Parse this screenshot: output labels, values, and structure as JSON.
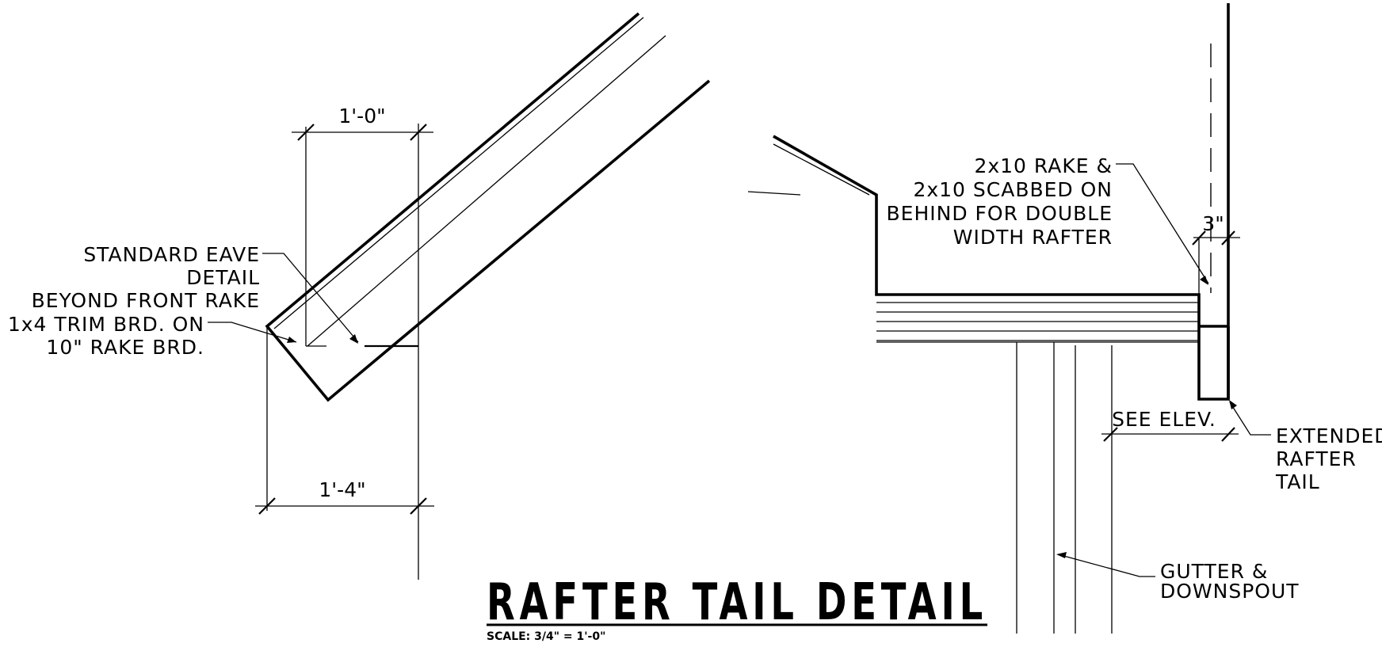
{
  "drawing": {
    "title": "RAFTER TAIL DETAIL",
    "scale": "SCALE: 3/4\" = 1'-0\""
  },
  "dimensions": {
    "top_width": "1'-0\"",
    "bottom_width": "1'-4\"",
    "rafter_width": "3\""
  },
  "notes": {
    "standard_eave": [
      "STANDARD EAVE",
      "DETAIL",
      "BEYOND FRONT RAKE"
    ],
    "trim_board": [
      "1x4 TRIM BRD. ON",
      "10\" RAKE BRD."
    ],
    "rake": [
      "2x10 RAKE &",
      "2x10 SCABBED ON",
      "BEHIND FOR DOUBLE",
      "WIDTH RAFTER"
    ],
    "see_elev": "SEE ELEV.",
    "extended_rafter": [
      "EXTENDED",
      "RAFTER",
      "TAIL"
    ],
    "gutter": [
      "GUTTER &",
      "DOWNSPOUT"
    ]
  }
}
